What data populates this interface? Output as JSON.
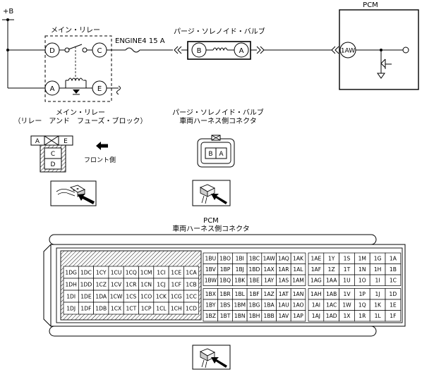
{
  "power_label": "+B",
  "main_relay_top_label": "メイン・リレー",
  "fuse_label": "ENGINE4 15 A",
  "purge_valve_top_label": "パージ・ソレノイド・バルブ",
  "pcm_label": "PCM",
  "terminals": {
    "relay_d": "D",
    "relay_c": "C",
    "relay_a": "A",
    "relay_e": "E",
    "valve_b": "B",
    "valve_a": "A",
    "pcm_pin": "1AW"
  },
  "relay_caption": {
    "line1": "メイン・リレー",
    "line2": "（リレー　アンド　フューズ・ブロック）"
  },
  "valve_caption": {
    "line1": "パージ・ソレノイド・バルブ",
    "line2": "車両ハーネス側コネクタ"
  },
  "relay_connector": {
    "top_left": "A",
    "top_right": "E",
    "bottom_1": "C",
    "bottom_2": "D",
    "front_label": "フロント側"
  },
  "valve_connector": {
    "left": "B",
    "right": "A"
  },
  "pcm_caption": {
    "line1": "PCM",
    "line2": "車両ハーネス側コネクタ"
  },
  "pcm_connector": {
    "block_left": [
      [
        "1DG",
        "1DC",
        "1CY",
        "1CU",
        "1CQ",
        "1CM",
        "1CI",
        "1CE",
        "1CA"
      ],
      [
        "1DH",
        "1DD",
        "1CZ",
        "1CV",
        "1CR",
        "1CN",
        "1CJ",
        "1CF",
        "1CB"
      ],
      [
        "1DI",
        "1DE",
        "1DA",
        "1CW",
        "1CS",
        "1CO",
        "1CK",
        "1CG",
        "1CC"
      ],
      [
        "1DJ",
        "1DF",
        "1DB",
        "1CX",
        "1CT",
        "1CP",
        "1CL",
        "1CH",
        "1CD"
      ]
    ],
    "block_middle": [
      [
        "1BU",
        "1BO",
        "1BI",
        "1BC",
        "1AW",
        "1AQ",
        "1AK"
      ],
      [
        "1BV",
        "1BP",
        "1BJ",
        "1BD",
        "1AX",
        "1AR",
        "1AL"
      ],
      [
        "1BW",
        "1BQ",
        "1BK",
        "1BE",
        "1AY",
        "1AS",
        "1AM"
      ],
      [
        "1BX",
        "1BR",
        "1BL",
        "1BF",
        "1AZ",
        "1AT",
        "1AN"
      ],
      [
        "1BY",
        "1BS",
        "1BM",
        "1BG",
        "1BA",
        "1AU",
        "1AO"
      ],
      [
        "1BZ",
        "1BT",
        "1BN",
        "1BH",
        "1BB",
        "1AV",
        "1AP"
      ]
    ],
    "block_right": [
      [
        "1AE",
        "1Y",
        "1S",
        "1M",
        "1G",
        "1A"
      ],
      [
        "1AF",
        "1Z",
        "1T",
        "1N",
        "1H",
        "1B"
      ],
      [
        "1AG",
        "1AA",
        "1U",
        "1O",
        "1I",
        "1C"
      ],
      [
        "1AH",
        "1AB",
        "1V",
        "1P",
        "1J",
        "1D"
      ],
      [
        "1AI",
        "1AC",
        "1W",
        "1Q",
        "1K",
        "1E"
      ],
      [
        "1AJ",
        "1AD",
        "1X",
        "1R",
        "1L",
        "1F"
      ]
    ]
  }
}
